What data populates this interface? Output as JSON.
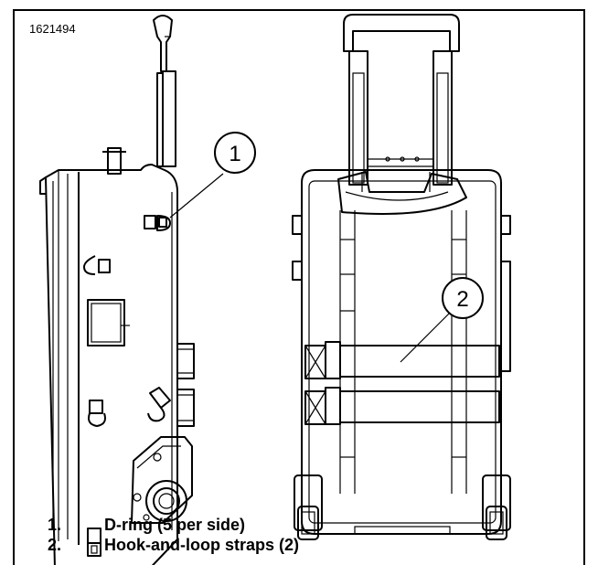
{
  "figure_id": "1621494",
  "callouts": [
    {
      "number": "1",
      "label": "D-ring (5 per side)"
    },
    {
      "number": "2",
      "label": "Hook-and-loop straps (2)"
    }
  ],
  "legend": [
    {
      "num": "1.",
      "text": "D-ring (5 per side)"
    },
    {
      "num": "2.",
      "text": "Hook-and-loop straps (2)"
    }
  ]
}
